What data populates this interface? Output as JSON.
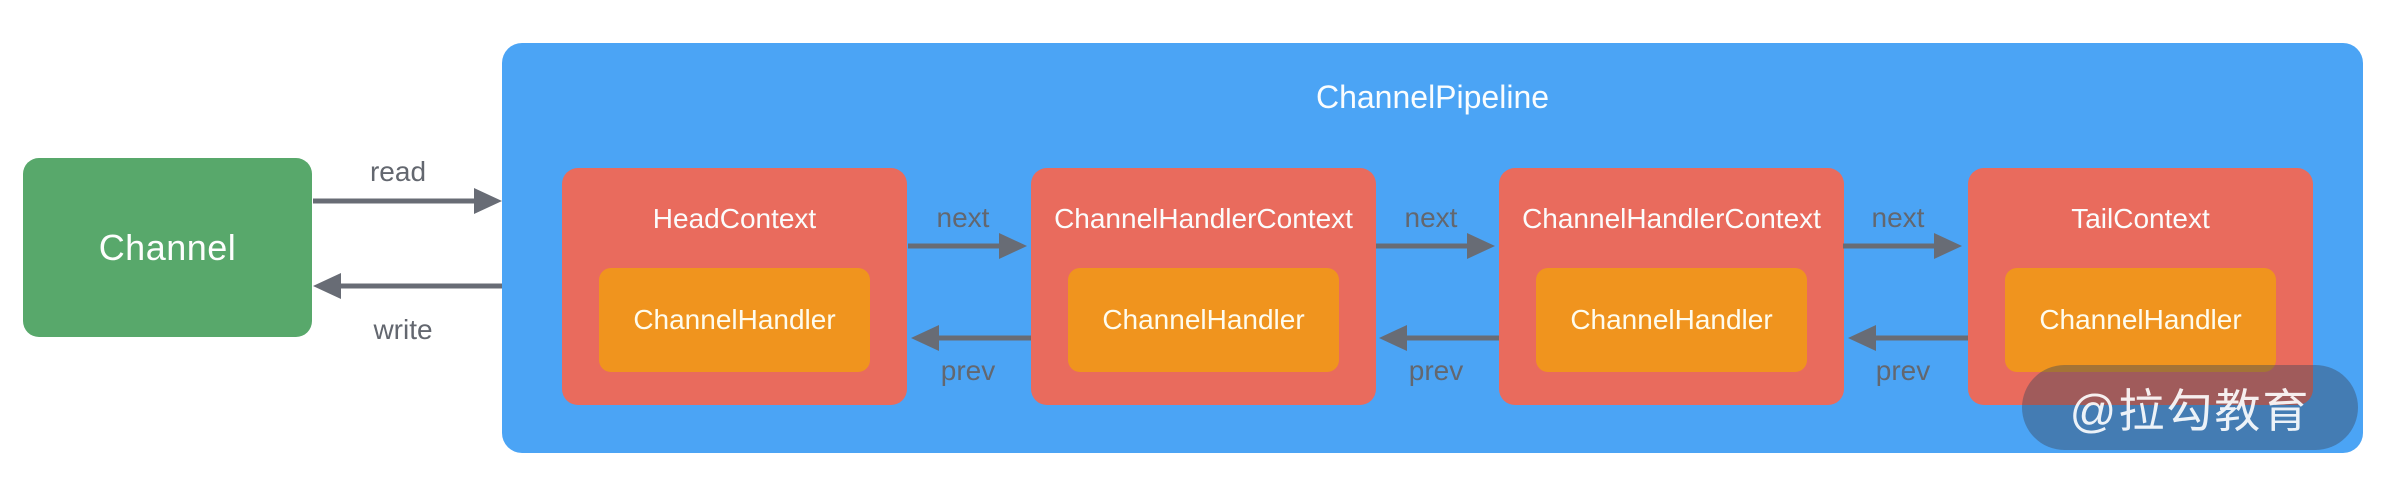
{
  "channel": {
    "label": "Channel"
  },
  "pipeline": {
    "title": "ChannelPipeline",
    "contexts": [
      {
        "title": "HeadContext",
        "handler": "ChannelHandler"
      },
      {
        "title": "ChannelHandlerContext",
        "handler": "ChannelHandler"
      },
      {
        "title": "ChannelHandlerContext",
        "handler": "ChannelHandler"
      },
      {
        "title": "TailContext",
        "handler": "ChannelHandler"
      }
    ]
  },
  "arrows": {
    "read_label": "read",
    "write_label": "write",
    "next_label": "next",
    "prev_label": "prev"
  },
  "watermark": {
    "text": "@拉勾教育"
  },
  "colors": {
    "channel_green": "#58A86B",
    "pipeline_blue": "#4BA4F5",
    "context_red": "#E96B5D",
    "handler_orange": "#F0941E",
    "arrow_gray": "#686C75",
    "label_gray": "#63676F",
    "watermark_bg": "rgba(59,69,87,0.42)"
  }
}
